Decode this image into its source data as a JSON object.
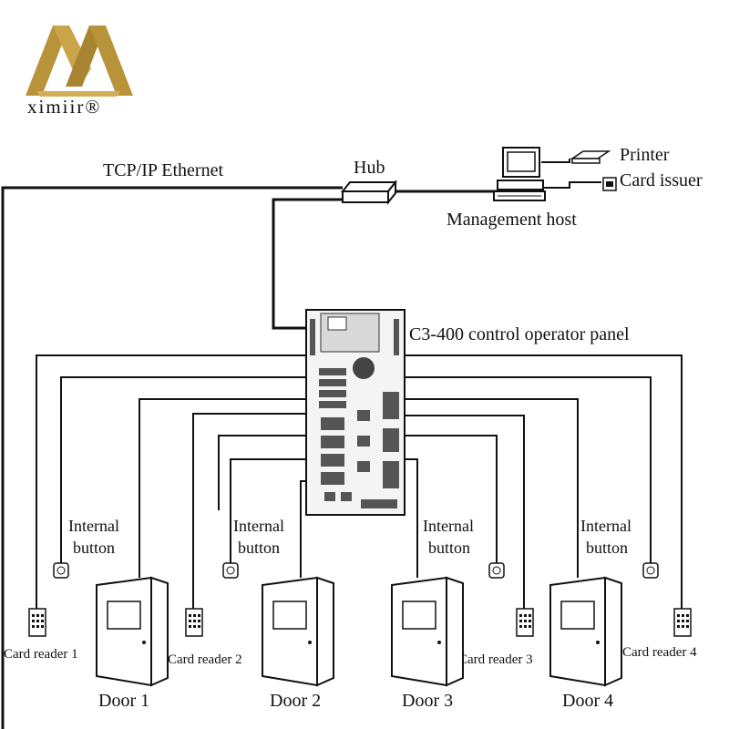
{
  "brand": {
    "name": "ximiir®",
    "gold": "#b8933a"
  },
  "network": {
    "ethernet_label": "TCP/IP Ethernet",
    "hub_label": "Hub",
    "host_label": "Management host",
    "printer_label": "Printer",
    "card_issuer_label": "Card issuer"
  },
  "panel": {
    "label": "C3-400 control operator panel"
  },
  "doors": [
    {
      "door_label": "Door 1",
      "reader_label": "Card reader 1",
      "button_label_1": "Internal",
      "button_label_2": "button"
    },
    {
      "door_label": "Door 2",
      "reader_label": "Card reader 2",
      "button_label_1": "Internal",
      "button_label_2": "button"
    },
    {
      "door_label": "Door 3",
      "reader_label": "Card reader 3",
      "button_label_1": "Internal",
      "button_label_2": "button"
    },
    {
      "door_label": "Door 4",
      "reader_label": "Card reader 4",
      "button_label_1": "Internal",
      "button_label_2": "button"
    }
  ]
}
